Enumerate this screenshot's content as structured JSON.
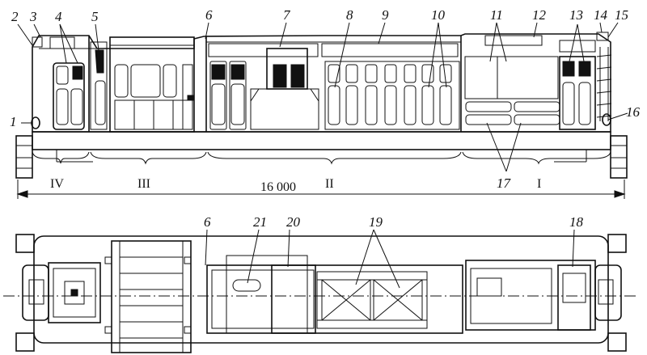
{
  "callouts": [
    "1",
    "2",
    "3",
    "4",
    "5",
    "6",
    "7",
    "8",
    "9",
    "10",
    "11",
    "12",
    "13",
    "14",
    "15",
    "16",
    "17",
    "18",
    "19",
    "20",
    "21"
  ],
  "sections": [
    "IV",
    "III",
    "II",
    "I"
  ],
  "dimension": "16 000"
}
